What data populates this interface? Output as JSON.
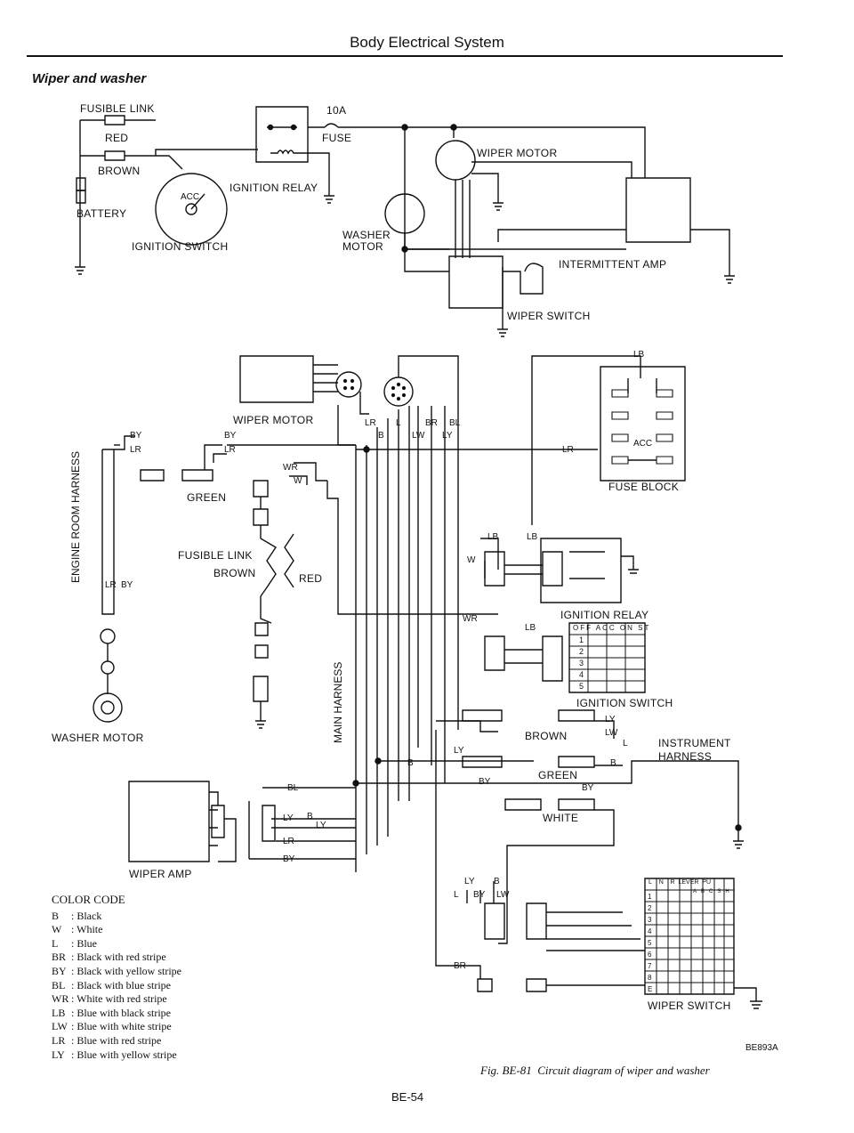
{
  "page": {
    "header": "Body Electrical System",
    "section_title": "Wiper and washer",
    "page_number": "BE-54",
    "figure_code": "BE893A",
    "figure_ref": "Fig. BE-81",
    "figure_caption": "Circuit diagram of wiper and washer"
  },
  "schematic": {
    "fusible_link": "FUSIBLE LINK",
    "red": "RED",
    "brown": "BROWN",
    "battery": "BATTERY",
    "fuse_rating": "10A",
    "fuse": "FUSE",
    "ignition_relay": "IGNITION RELAY",
    "ignition_switch": "IGNITION SWITCH",
    "acc": "ACC",
    "wiper_motor": "WIPER MOTOR",
    "washer_motor": "WASHER MOTOR",
    "intermittent_amp": "INTERMITTENT AMP",
    "wiper_switch": "WIPER SWITCH"
  },
  "harness": {
    "engine_room_harness": "ENGINE ROOM HARNESS",
    "main_harness": "MAIN HARNESS",
    "instrument_harness": "INSTRUMENT HARNESS",
    "wiper_motor": "WIPER MOTOR",
    "wiper_amp": "WIPER AMP",
    "washer_motor": "WASHER MOTOR",
    "fuse_block": "FUSE BLOCK",
    "ignition_relay": "IGNITION RELAY",
    "ignition_switch": "IGNITION SWITCH",
    "wiper_switch": "WIPER SWITCH",
    "fusible_link": "FUSIBLE LINK",
    "brown": "BROWN",
    "red": "RED",
    "green": "GREEN",
    "white": "WHITE",
    "acc": "ACC",
    "wire_labels": [
      "BY",
      "LR",
      "BY",
      "LR",
      "LR",
      "BY",
      "WR",
      "W",
      "LR",
      "L",
      "BR",
      "BL",
      "B",
      "LW",
      "LY",
      "LB",
      "LR",
      "LB",
      "LB",
      "W",
      "WR",
      "LB",
      "LY",
      "LW",
      "L",
      "LY",
      "B",
      "BY",
      "BY",
      "B",
      "BL",
      "LY",
      "B",
      "LY",
      "LR",
      "BY",
      "L",
      "LY",
      "BY",
      "B",
      "LW",
      "BR"
    ],
    "ign_switch_header": [
      "OFF",
      "ACC",
      "ON",
      "ST"
    ],
    "ign_switch_rows": [
      "1",
      "2",
      "3",
      "4",
      "5"
    ],
    "wiper_switch_header": [
      "L",
      "N",
      "R",
      "LEVER",
      "PU"
    ],
    "wiper_switch_sub": [
      "A",
      "B",
      "C",
      "SH"
    ],
    "wiper_switch_rows": [
      "1",
      "2",
      "3",
      "4",
      "5",
      "6",
      "7",
      "8",
      "E"
    ]
  },
  "color_code": {
    "title": "COLOR CODE",
    "entries": [
      {
        "code": "B",
        "color": "Black"
      },
      {
        "code": "W",
        "color": "White"
      },
      {
        "code": "L",
        "color": "Blue"
      },
      {
        "code": "BR",
        "color": "Black with red stripe"
      },
      {
        "code": "BY",
        "color": "Black with yellow stripe"
      },
      {
        "code": "BL",
        "color": "Black with blue stripe"
      },
      {
        "code": "WR",
        "color": "White with red stripe"
      },
      {
        "code": "LB",
        "color": "Blue with black stripe"
      },
      {
        "code": "LW",
        "color": "Blue with white stripe"
      },
      {
        "code": "LR",
        "color": "Blue with red stripe"
      },
      {
        "code": "LY",
        "color": "Blue with yellow stripe"
      }
    ]
  }
}
